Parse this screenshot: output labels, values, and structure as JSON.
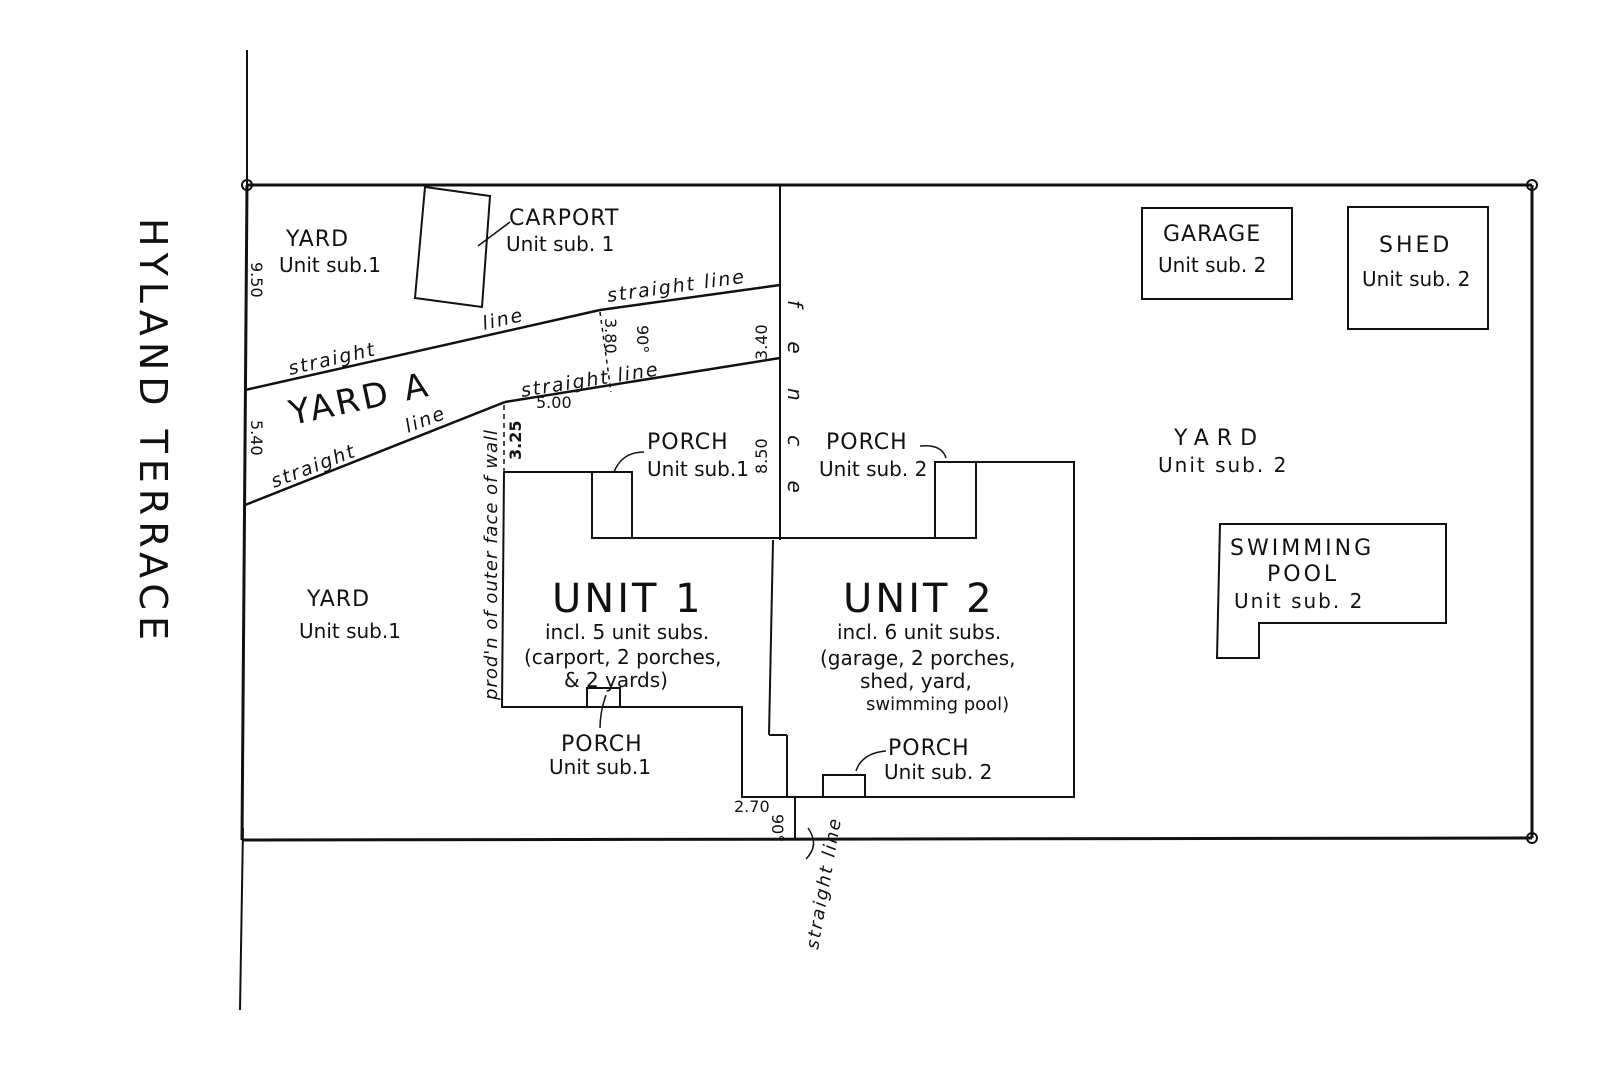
{
  "street": "HYLAND TERRACE",
  "yard_a": "YARD A",
  "yard_nw": {
    "title": "YARD",
    "sub": "Unit sub.1"
  },
  "yard_sw": {
    "title": "YARD",
    "sub": "Unit sub.1"
  },
  "yard_e": {
    "title": "YARD",
    "sub": "Unit sub. 2"
  },
  "carport": {
    "title": "CARPORT",
    "sub": "Unit sub. 1"
  },
  "garage": {
    "title": "GARAGE",
    "sub": "Unit sub. 2"
  },
  "shed": {
    "title": "SHED",
    "sub": "Unit sub. 2"
  },
  "pool": {
    "title1": "SWIMMING",
    "title2": "POOL",
    "sub": "Unit sub. 2"
  },
  "porch_u1_top": {
    "title": "PORCH",
    "sub": "Unit sub.1"
  },
  "porch_u2_top": {
    "title": "PORCH",
    "sub": "Unit sub. 2"
  },
  "porch_u1_bot": {
    "title": "PORCH",
    "sub": "Unit sub.1"
  },
  "porch_u2_bot": {
    "title": "PORCH",
    "sub": "Unit sub. 2"
  },
  "unit1": {
    "title": "UNIT 1",
    "l1": "incl. 5 unit subs.",
    "l2": "(carport, 2 porches,",
    "l3": "& 2 yards)"
  },
  "unit2": {
    "title": "UNIT 2",
    "l1": "incl. 6 unit subs.",
    "l2": "(garage, 2 porches,",
    "l3": "shed, yard,",
    "l4": "swimming pool)"
  },
  "lines": {
    "straight_line": "straight line",
    "straight": "straight",
    "line": "line",
    "fence": "f e n c e",
    "prodn": "prod'n of outer face of wall"
  },
  "dims": {
    "d950": "9.50",
    "d540": "5.40",
    "d380": "3.80",
    "d90a": "90°",
    "d340": "3.40",
    "d850": "8.50",
    "d500": "5.00",
    "d325": "3.25",
    "d270": "2.70",
    "d90b": "90°"
  }
}
